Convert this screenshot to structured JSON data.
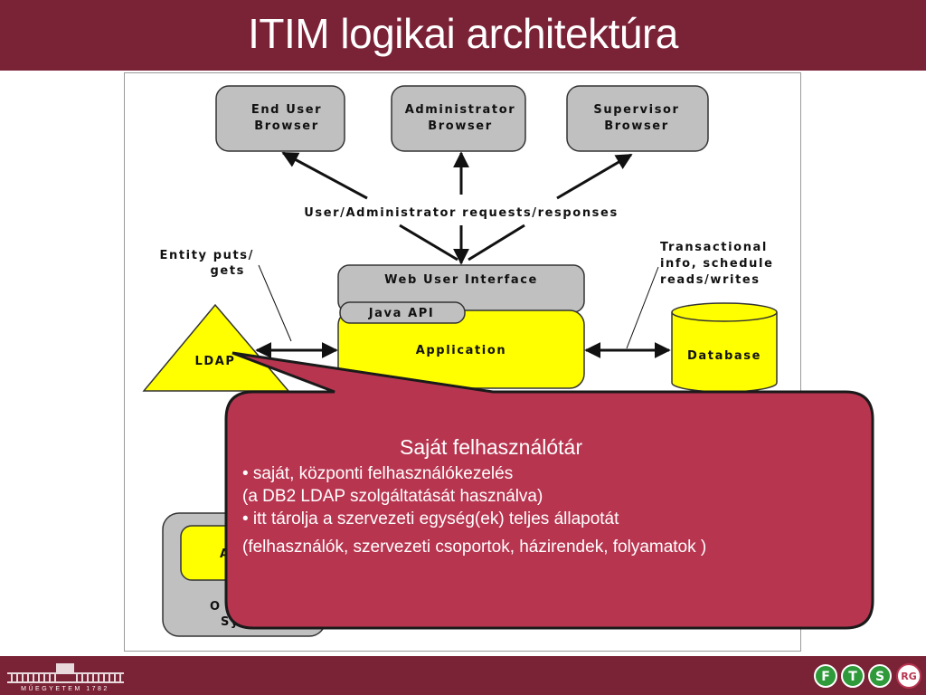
{
  "title": "ITIM logikai architektúra",
  "nodes": {
    "end_user": [
      "End User",
      "Browser"
    ],
    "administrator": [
      "Administrator",
      "Browser"
    ],
    "supervisor": [
      "Supervisor",
      "Browser"
    ],
    "requests_label": "User/Administrator requests/responses",
    "entity_puts": [
      "Entity puts/",
      "gets"
    ],
    "transactional": [
      "Transactional",
      "info, schedule",
      "reads/writes"
    ],
    "web_ui": "Web User Interface",
    "java_api": "Java API",
    "application": "Application",
    "ldap": "LDAP",
    "database": "Database",
    "partial_a": "A",
    "partial_o": "O",
    "partial_sy": "Sy"
  },
  "callout": {
    "heading": "Saját felhasználótár",
    "lines": [
      "• saját, központi felhasználókezelés",
      "(a DB2 LDAP szolgáltatását használva)",
      "• itt tárolja a szervezeti egység(ek) teljes állapotát",
      "(felhasználók, szervezeti csoportok, házirendek, folyamatok )"
    ]
  },
  "footer": {
    "university_text": "MŰEGYETEM 1782",
    "logos": [
      "F",
      "T",
      "S",
      "RG"
    ]
  },
  "colors": {
    "brand": "#7a2236",
    "callout": "#b83550",
    "yellow": "#ffff00",
    "gray_box": "#c0c0c0"
  }
}
